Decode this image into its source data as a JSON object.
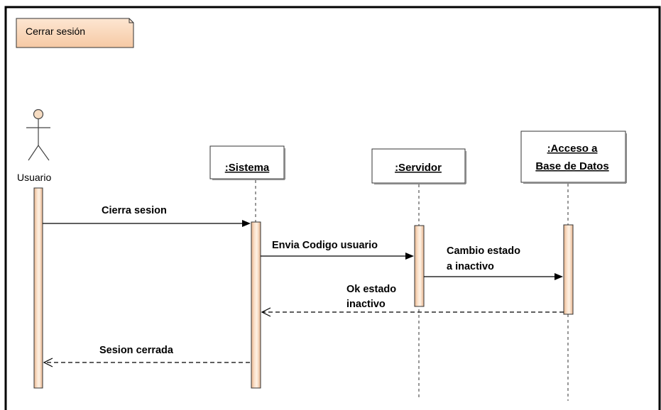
{
  "frame": {
    "title": "Cerrar sesión"
  },
  "actor": {
    "label": "Usuario"
  },
  "objects": {
    "sistema": ":Sistema",
    "servidor": ":Servidor",
    "acceso_line1": ":Acceso a",
    "acceso_line2": "Base de Datos"
  },
  "messages": {
    "cierra_sesion": "Cierra sesion",
    "envia_codigo": "Envia Codigo usuario",
    "cambio_line1": "Cambio estado",
    "cambio_line2": "a inactivo",
    "ok_line1": "Ok estado",
    "ok_line2": "inactivo",
    "sesion_cerrada": "Sesion cerrada"
  },
  "colors": {
    "activation_fill": "#f9d7b8",
    "activation_highlight": "#fdf1e4",
    "frame_tab_fill": "#fbd9bd",
    "line": "#000000"
  }
}
